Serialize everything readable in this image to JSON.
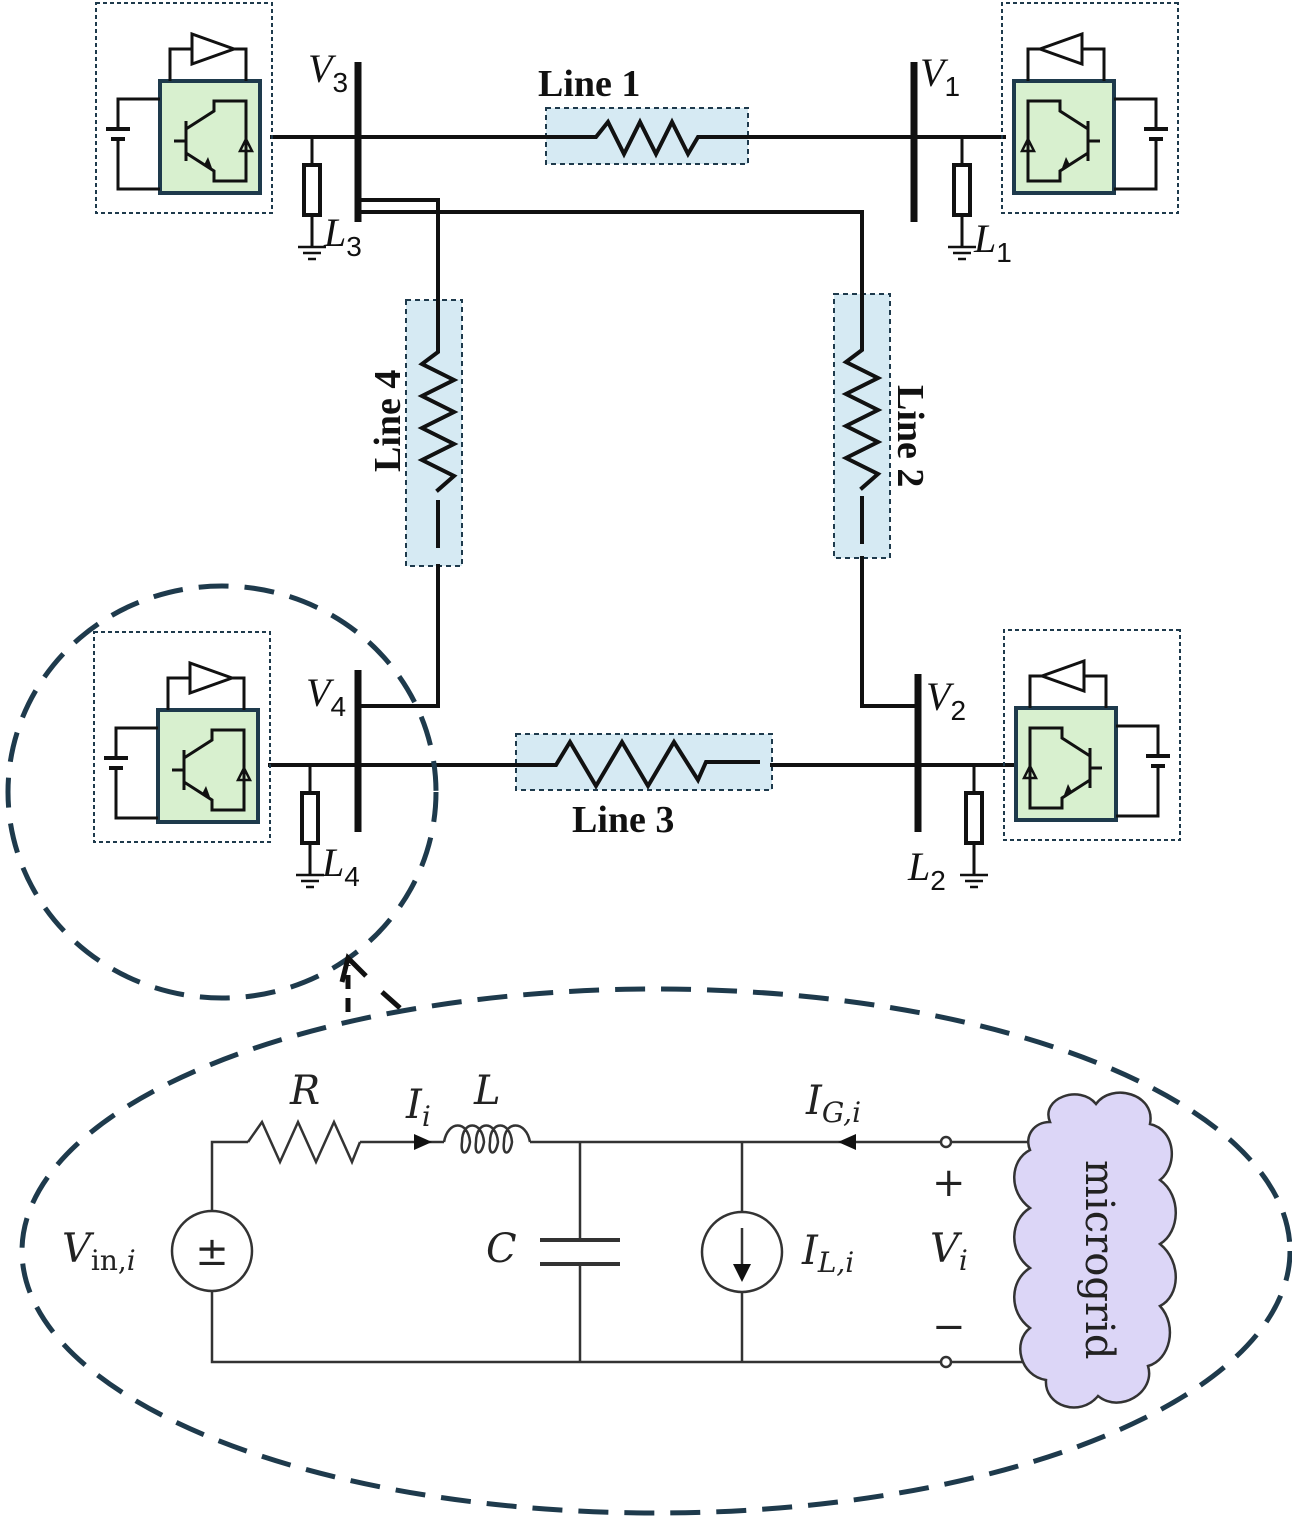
{
  "lines": [
    {
      "label": "Line 1"
    },
    {
      "label": "Line 2"
    },
    {
      "label": "Line 3"
    },
    {
      "label": "Line 4"
    }
  ],
  "buses": [
    {
      "symbol": "V",
      "sub": "1"
    },
    {
      "symbol": "V",
      "sub": "2"
    },
    {
      "symbol": "V",
      "sub": "3"
    },
    {
      "symbol": "V",
      "sub": "4"
    }
  ],
  "loads": [
    {
      "symbol": "L",
      "sub": "1"
    },
    {
      "symbol": "L",
      "sub": "2"
    },
    {
      "symbol": "L",
      "sub": "3"
    },
    {
      "symbol": "L",
      "sub": "4"
    }
  ],
  "circuit": {
    "resistor": "R",
    "inductor": "L",
    "capacitor": "C",
    "current_in": {
      "symbol": "I",
      "sub": "i"
    },
    "current_grid": {
      "symbol": "I",
      "sub": "G,i"
    },
    "current_load": {
      "symbol": "I",
      "sub": "L,i"
    },
    "voltage_in": {
      "symbol": "V",
      "sub": "in,",
      "sub2": "i"
    },
    "voltage_bus": {
      "symbol": "V",
      "sub": "i"
    },
    "plus": "+",
    "minus": "−",
    "source_symbol": "±",
    "cloud_label": "microgrid"
  },
  "colors": {
    "converter_fill": "#d8f0cf",
    "line_fill": "#d6eaf3",
    "cloud_fill": "#dcd6f7",
    "outline": "#1e3a4c"
  }
}
